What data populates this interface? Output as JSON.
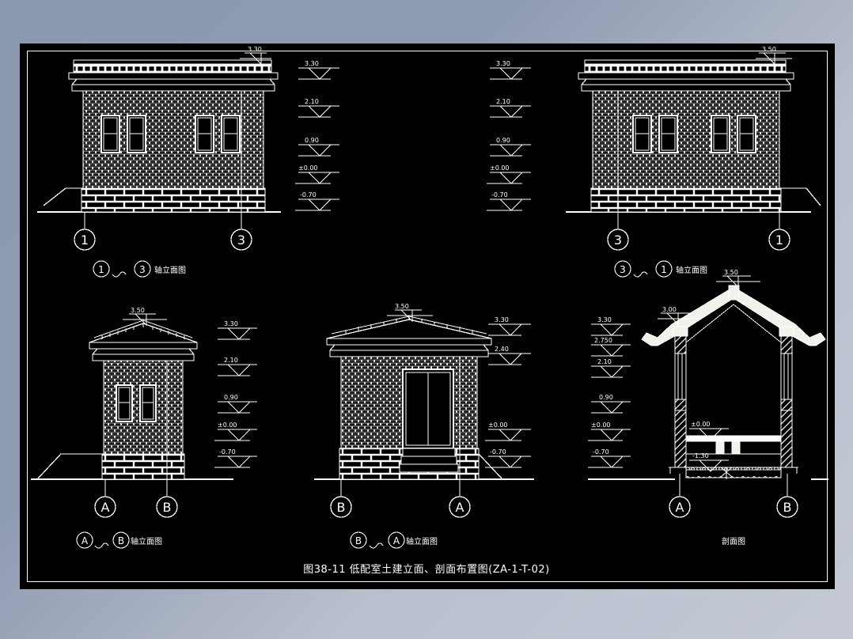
{
  "drawing": {
    "title": "图38-11 低配室土建立面、剖面布置图(ZA-1-T-02)",
    "background_color": "#000000",
    "line_color": "#ffffff",
    "outer_color": "#8b98b0"
  },
  "views": [
    {
      "id": "view-1-3",
      "caption": "轴立面图",
      "axis_left": "1",
      "axis_right": "3",
      "cap_left": "1",
      "cap_right": "3",
      "tilde": "~",
      "roof_level": "3.30",
      "levels": [
        "3.30",
        "2.10",
        "0.90",
        "±0.00",
        "-0.70"
      ]
    },
    {
      "id": "view-3-1",
      "caption": "轴立面图",
      "axis_left": "3",
      "axis_right": "1",
      "cap_left": "3",
      "cap_right": "1",
      "tilde": "~",
      "roof_level": "3.50",
      "levels": [
        "3.30",
        "2.10",
        "0.90",
        "±0.00",
        "-0.70"
      ]
    },
    {
      "id": "view-a-b",
      "caption": "轴立面图",
      "axis_left": "A",
      "axis_right": "B",
      "cap_left": "A",
      "cap_right": "B",
      "tilde": "~",
      "roof_level": "3.50",
      "levels": [
        "3.30",
        "2.10",
        "0.90",
        "±0.00",
        "-0.70"
      ]
    },
    {
      "id": "view-b-a",
      "caption": "轴立面图",
      "axis_left": "B",
      "axis_right": "A",
      "cap_left": "B",
      "cap_right": "A",
      "tilde": "~",
      "roof_level": "3.50",
      "levels": [
        "3.30",
        "2.40",
        "±0.00",
        "-0.70"
      ]
    },
    {
      "id": "view-section",
      "caption": "剖面图",
      "axis_left": "A",
      "axis_right": "B",
      "roof_level": "3.50",
      "eave_level": "3.00",
      "levels": [
        "3.30",
        "2.750",
        "2.10",
        "0.90",
        "±0.00",
        "-0.70"
      ],
      "interior_levels": [
        "±0.00",
        "-1.30"
      ]
    }
  ]
}
